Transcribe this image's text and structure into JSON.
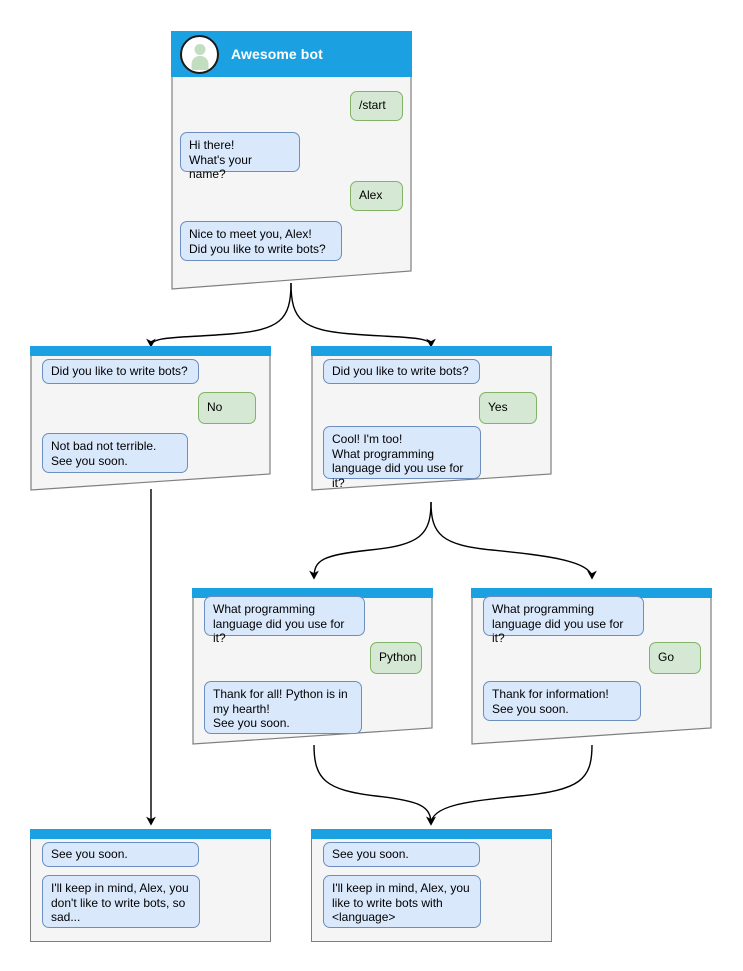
{
  "diagram": {
    "title": "Awesome bot conversation flow",
    "colors": {
      "header_blue": "#1ba1e2",
      "card_bg": "#f5f5f5",
      "card_border": "#7f7f7f",
      "bot_bubble_fill": "#dae8fc",
      "bot_bubble_stroke": "#6c8ebf",
      "user_bubble_fill": "#d5e8d4",
      "user_bubble_stroke": "#82b366",
      "edge_stroke": "#000000",
      "canvas_bg": "#ffffff"
    }
  },
  "nodes": {
    "root": {
      "id": "root",
      "header_title": "Awesome bot",
      "avatar_icon": "person-avatar-icon",
      "messages": [
        {
          "role": "user",
          "text": "/start"
        },
        {
          "role": "bot",
          "text": "Hi there!\nWhat's your name?"
        },
        {
          "role": "user",
          "text": "Alex"
        },
        {
          "role": "bot",
          "text": "Nice to meet you, Alex!\nDid you like to write bots?"
        }
      ]
    },
    "no_branch": {
      "id": "no-branch",
      "messages": [
        {
          "role": "bot",
          "text": "Did you like to write bots?"
        },
        {
          "role": "user",
          "text": "No"
        },
        {
          "role": "bot",
          "text": "Not bad not terrible.\nSee you soon."
        }
      ]
    },
    "yes_branch": {
      "id": "yes-branch",
      "messages": [
        {
          "role": "bot",
          "text": "Did you like to write bots?"
        },
        {
          "role": "user",
          "text": "Yes"
        },
        {
          "role": "bot",
          "text": "Cool! I'm too!\nWhat programming\nlanguage did you use for it?"
        }
      ]
    },
    "python_branch": {
      "id": "python-branch",
      "messages": [
        {
          "role": "bot",
          "text": "What programming\nlanguage did you use for it?"
        },
        {
          "role": "user",
          "text": "Python"
        },
        {
          "role": "bot",
          "text": "Thank for all! Python is in\nmy hearth!\nSee you soon."
        }
      ]
    },
    "go_branch": {
      "id": "go-branch",
      "messages": [
        {
          "role": "bot",
          "text": "What programming\nlanguage did you use for it?"
        },
        {
          "role": "user",
          "text": "Go"
        },
        {
          "role": "bot",
          "text": "Thank for information!\nSee you soon."
        }
      ]
    },
    "end_no": {
      "id": "end-no",
      "messages": [
        {
          "role": "bot",
          "text": "See you soon."
        },
        {
          "role": "bot",
          "text": "I'll keep in mind, Alex, you\ndon't like to write bots, so\nsad..."
        }
      ]
    },
    "end_yes": {
      "id": "end-yes",
      "messages": [
        {
          "role": "bot",
          "text": "See you soon."
        },
        {
          "role": "bot",
          "text": "I'll keep in mind, Alex, you\nlike to write bots with\n<language>"
        }
      ]
    }
  }
}
